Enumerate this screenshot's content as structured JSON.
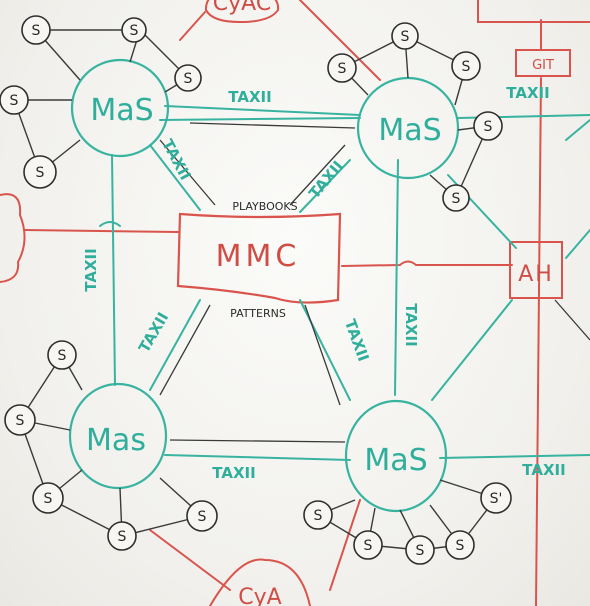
{
  "colors": {
    "teal": "#38b3a0",
    "red": "#d9544c",
    "dark": "#2e2e2e",
    "board": "#f6f5f2"
  },
  "nodes": {
    "mas_top_left": "MaS",
    "mas_top_right": "MaS",
    "mas_bottom_left": "Mas",
    "mas_bottom_right": "MaS",
    "mmc": "MMC",
    "ah": "AH",
    "git": "GIT",
    "cyac_top": "CyAC",
    "cyac_bottom": "CyA"
  },
  "satellite_label": "S",
  "satellite_label_alt": "S'",
  "edge_labels": {
    "taxii_top": "TAXII",
    "taxii_top_right": "TAXII",
    "taxii_diag_tl": "TAXII",
    "taxii_diag_tr": "TAXII",
    "taxii_left": "TAXII",
    "taxii_diag_bl": "TAXII",
    "taxii_diag_br": "TAXII",
    "taxii_right_vertical": "TAXII",
    "taxii_bottom": "TAXII",
    "taxii_bottom_right": "TAXII"
  },
  "annotations": {
    "playbooks": "PLAYBOOKS",
    "patterns": "PATTERNS"
  }
}
